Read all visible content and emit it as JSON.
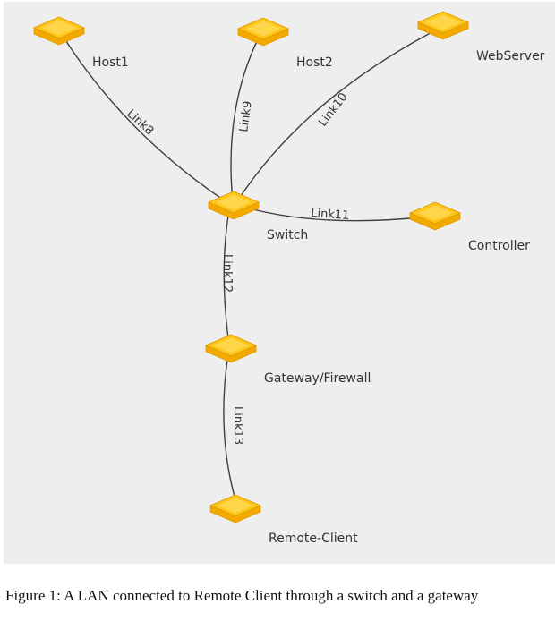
{
  "nodes": [
    {
      "id": "host1",
      "label": "Host1"
    },
    {
      "id": "host2",
      "label": "Host2"
    },
    {
      "id": "webserver",
      "label": "WebServer"
    },
    {
      "id": "switch",
      "label": "Switch"
    },
    {
      "id": "controller",
      "label": "Controller"
    },
    {
      "id": "gateway",
      "label": "Gateway/Firewall"
    },
    {
      "id": "remote",
      "label": "Remote-Client"
    }
  ],
  "links": [
    {
      "id": "link8",
      "label": "Link8",
      "from": "host1",
      "to": "switch"
    },
    {
      "id": "link9",
      "label": "Link9",
      "from": "host2",
      "to": "switch"
    },
    {
      "id": "link10",
      "label": "Link10",
      "from": "webserver",
      "to": "switch"
    },
    {
      "id": "link11",
      "label": "Link11",
      "from": "switch",
      "to": "controller"
    },
    {
      "id": "link12",
      "label": "Link12",
      "from": "switch",
      "to": "gateway"
    },
    {
      "id": "link13",
      "label": "Link13",
      "from": "gateway",
      "to": "remote"
    }
  ],
  "colors": {
    "node_top": "#ffc61a",
    "node_side": "#f2a900",
    "node_edge": "#e09a00",
    "link": "#3f3f3f",
    "panel_background": "#eeeeee"
  },
  "node_icon": "switch-box-icon",
  "caption": "Figure 1: A LAN connected to Remote Client through a switch and a gateway"
}
